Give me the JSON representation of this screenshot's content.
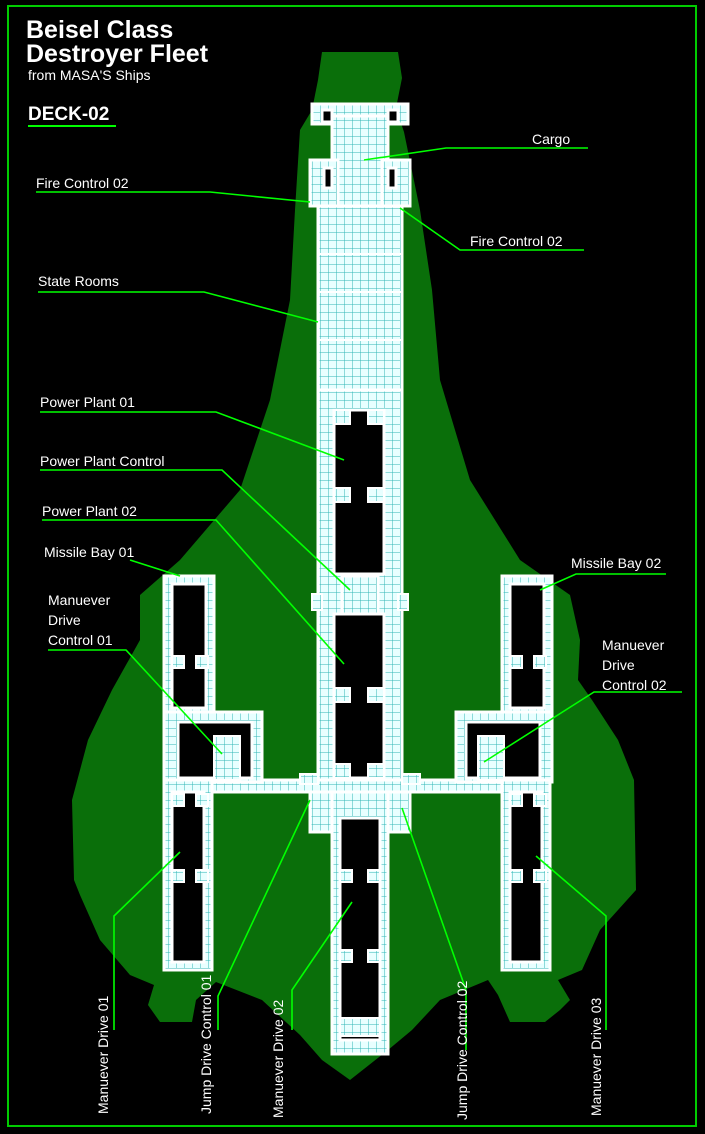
{
  "title_line1": "Beisel Class",
  "title_line2": "Destroyer Fleet",
  "subtitle": "from MASA'S Ships",
  "deck": "DECK-02",
  "labels": {
    "cargo": "Cargo",
    "fire_control_left": "Fire Control 02",
    "fire_control_right": "Fire Control 02",
    "state_rooms": "State Rooms",
    "power_plant_01": "Power Plant 01",
    "power_plant_control": "Power Plant Control",
    "power_plant_02": "Power Plant 02",
    "missile_bay_01": "Missile Bay 01",
    "missile_bay_02": "Missile Bay 02",
    "md_control_01": [
      "Manuever",
      "Drive",
      "Control 01"
    ],
    "md_control_02": [
      "Manuever",
      "Drive",
      "Control 02"
    ],
    "manuever_drive_01": "Manuever Drive 01",
    "jump_drive_control_01": "Jump Drive Control 01",
    "manuever_drive_02": "Manuever Drive 02",
    "jump_drive_control_02": "Jump Drive Control 02",
    "manuever_drive_03": "Manuever Drive 03"
  },
  "colors": {
    "background": "#000000",
    "border": "#00cc00",
    "hull": "#0a6f0a",
    "deck_fill": "#e8ffff",
    "grid": "#2fb6b6",
    "leader": "#00ff00",
    "text": "#ffffff"
  }
}
